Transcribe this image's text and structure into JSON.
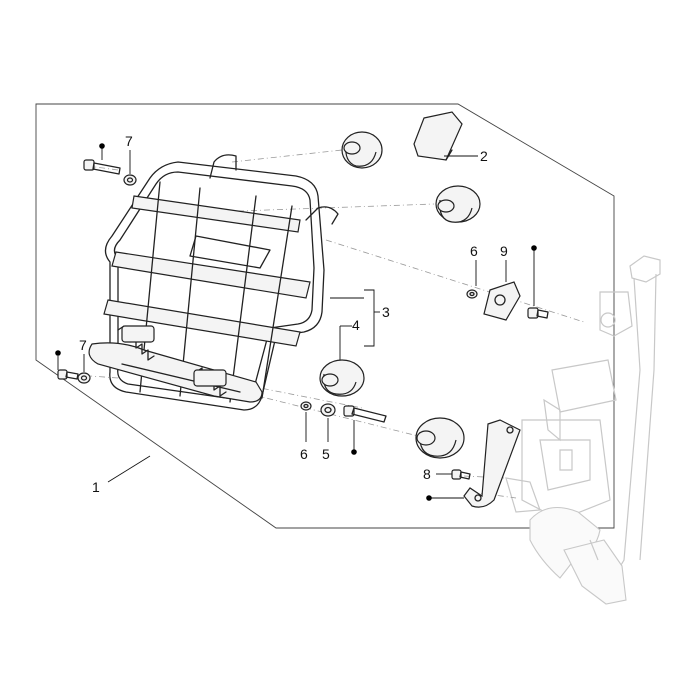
{
  "callouts": {
    "c1": "1",
    "c2": "2",
    "c3": "3",
    "c4": "4",
    "c5": "5",
    "c6a": "6",
    "c6b": "6",
    "c7a": "7",
    "c7b": "7",
    "c8": "8",
    "c9": "9"
  },
  "colors": {
    "line": "#222222",
    "ghost": "#c8c8c8",
    "bullet": "#000000"
  }
}
